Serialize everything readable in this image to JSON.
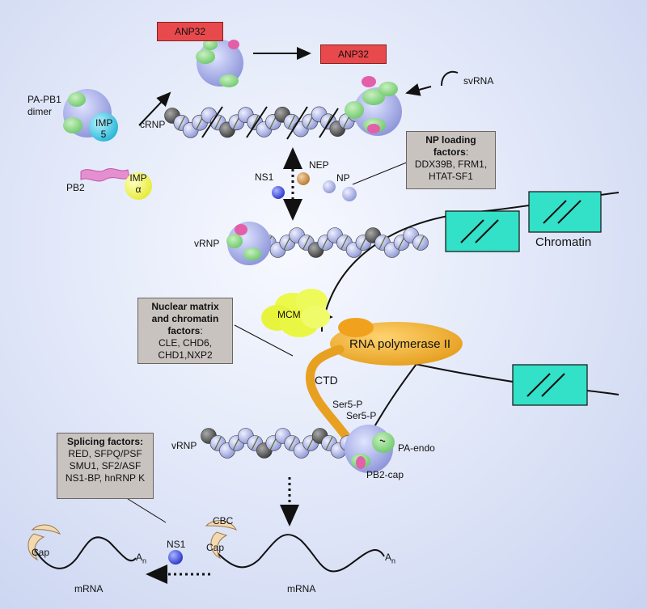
{
  "anp32_top": "ANP32",
  "anp32_right": "ANP32",
  "svrna": "svRNA",
  "pa_pb1_dimer": "PA-PB1\ndimer",
  "imp5": "IMP\n5",
  "imp_alpha": "IMP\nα",
  "pb2": "PB2",
  "crnp": "cRNP",
  "vrnp_top": "vRNP",
  "vrnp_bottom": "vRNP",
  "ns1_top": "NS1",
  "nep": "NEP",
  "np": "NP",
  "np_loading": {
    "title": "NP loading factors",
    "line1": "DDX39B, FRM1,",
    "line2": "HTAT-SF1"
  },
  "chromatin": "Chromatin",
  "mcm": "MCM",
  "nuclear_matrix": {
    "title1": "Nuclear matrix",
    "title2": "and chromatin factors",
    "line1": "CLE, CHD6,",
    "line2": "CHD1,NXP2"
  },
  "rna_pol": "RNA polymerase II",
  "ctd": "CTD",
  "ser5p_1": "Ser5-P",
  "ser5p_2": "Ser5-P",
  "pa_endo": "PA-endo",
  "pb2_cap": "PB2-cap",
  "splicing": {
    "title": "Splicing factors:",
    "line1": "RED, SFPQ/PSF",
    "line2": "SMU1, SF2/ASF",
    "line3": "NS1-BP, hnRNP K"
  },
  "cbc": "CBC",
  "cap_left": "Cap",
  "cap_right": "Cap",
  "ns1_bottom": "NS1",
  "an_left": "A",
  "an_right": "A",
  "n_sub": "n",
  "mrna_left": "mRNA",
  "mrna_right": "mRNA",
  "colors": {
    "anp32": "#e8494c",
    "chromatin_box": "#33e0c8",
    "pol": "#e8a020",
    "gray_box": "#c9c3c0"
  }
}
